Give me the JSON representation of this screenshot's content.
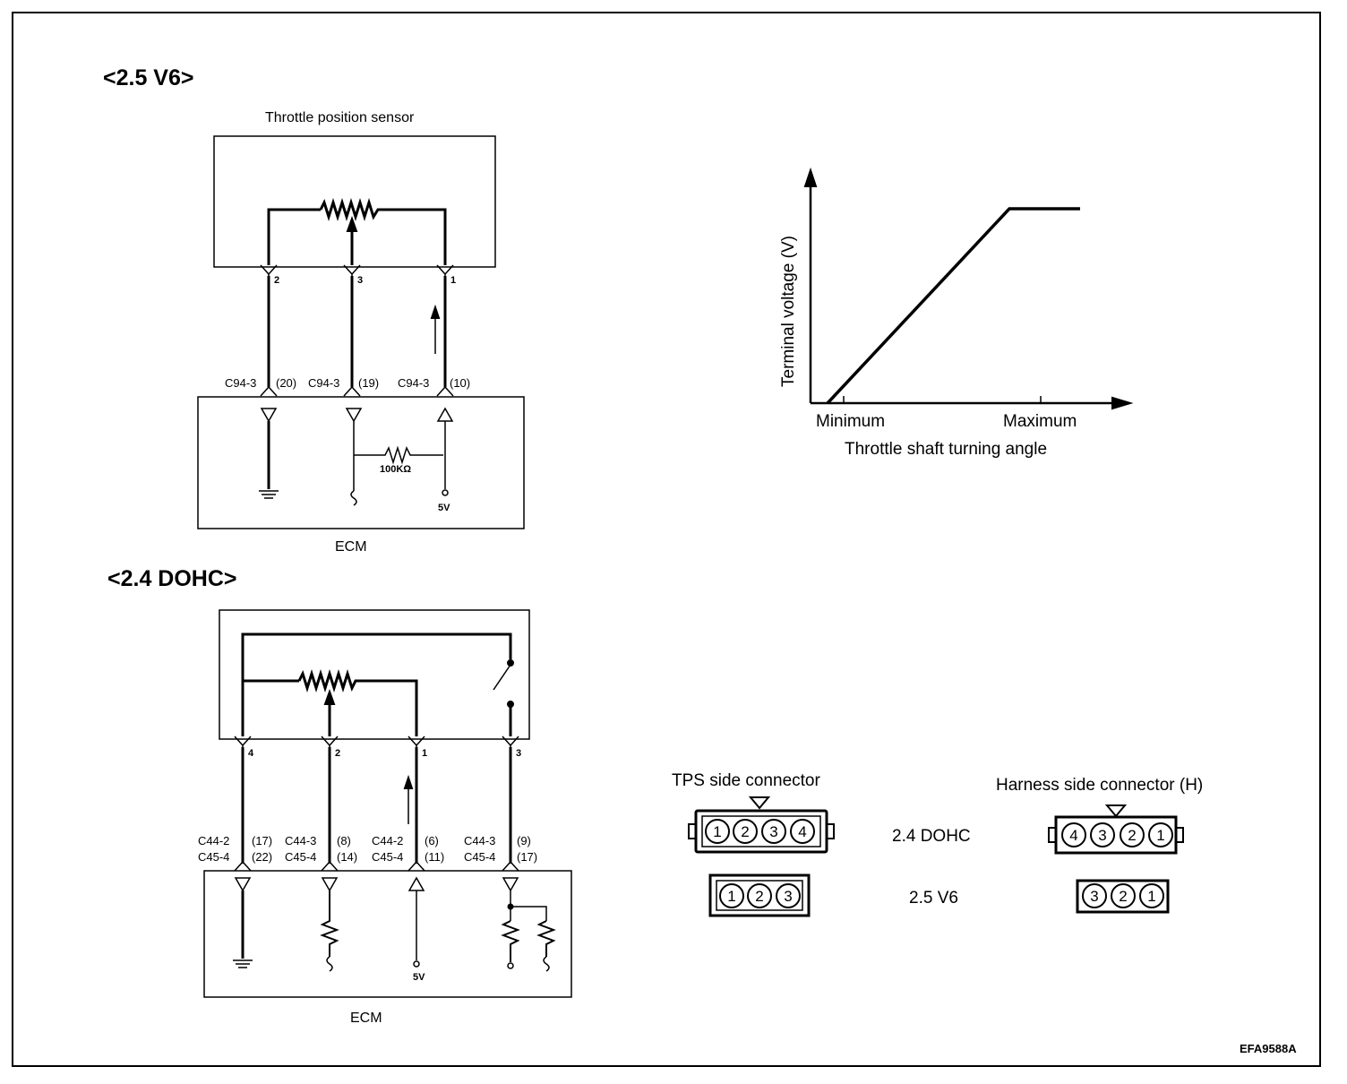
{
  "v6": {
    "heading": "<2.5 V6>",
    "sensor_title": "Throttle position sensor",
    "pins": [
      "2",
      "3",
      "1"
    ],
    "ecm_pins": [
      {
        "connector": "C94-3",
        "terminal": "(20)"
      },
      {
        "connector": "C94-3",
        "terminal": "(19)"
      },
      {
        "connector": "C94-3",
        "terminal": "(10)"
      }
    ],
    "resistor": "100KΩ",
    "supply": "5V",
    "ecm": "ECM"
  },
  "dohc": {
    "heading": "<2.4 DOHC>",
    "pins": [
      "4",
      "2",
      "1",
      "3"
    ],
    "ecm_pins": [
      {
        "connector1": "C44-2",
        "terminal1": "(17)",
        "connector2": "C45-4",
        "terminal2": "(22)"
      },
      {
        "connector1": "C44-3",
        "terminal1": "(8)",
        "connector2": "C45-4",
        "terminal2": "(14)"
      },
      {
        "connector1": "C44-2",
        "terminal1": "(6)",
        "connector2": "C45-4",
        "terminal2": "(11)"
      },
      {
        "connector1": "C44-3",
        "terminal1": "(9)",
        "connector2": "C45-4",
        "terminal2": "(17)"
      }
    ],
    "supply": "5V",
    "ecm": "ECM"
  },
  "graph": {
    "ylabel": "Terminal voltage (V)",
    "xlabel": "Throttle shaft turning angle",
    "xmin_label": "Minimum",
    "xmax_label": "Maximum"
  },
  "connectors": {
    "tps_title": "TPS side connector",
    "harness_title": "Harness side connector (H)",
    "row_dohc": "2.4 DOHC",
    "row_v6": "2.5 V6",
    "tps_dohc": [
      "1",
      "2",
      "3",
      "4"
    ],
    "tps_v6": [
      "1",
      "2",
      "3"
    ],
    "harness_dohc": [
      "4",
      "3",
      "2",
      "1"
    ],
    "harness_v6": [
      "3",
      "2",
      "1"
    ]
  },
  "figure_code": "EFA9588A"
}
